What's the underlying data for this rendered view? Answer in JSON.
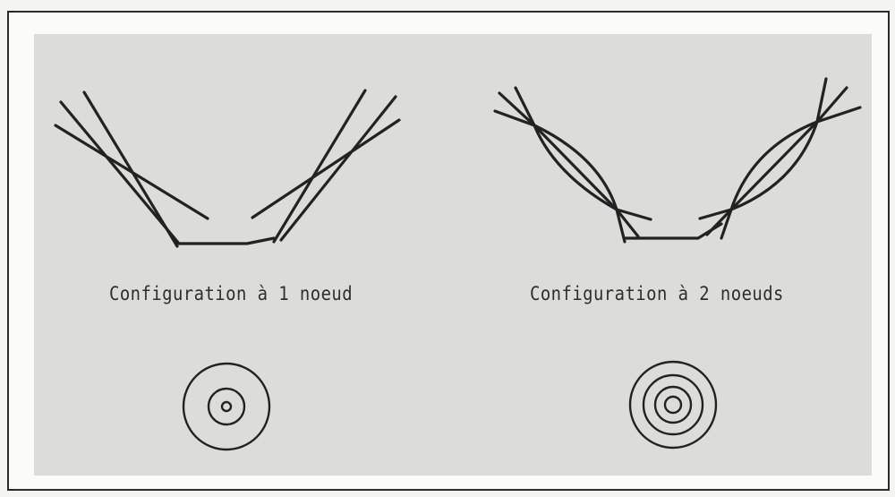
{
  "panels": [
    {
      "caption": "Configuration à 1 noeud",
      "nodes": 1,
      "rings": 3
    },
    {
      "caption": "Configuration à 2 noeuds",
      "nodes": 2,
      "rings": 4
    }
  ],
  "colors": {
    "line": "#222222",
    "panel": "#dcdcda",
    "frame": "#2b2b2b"
  }
}
